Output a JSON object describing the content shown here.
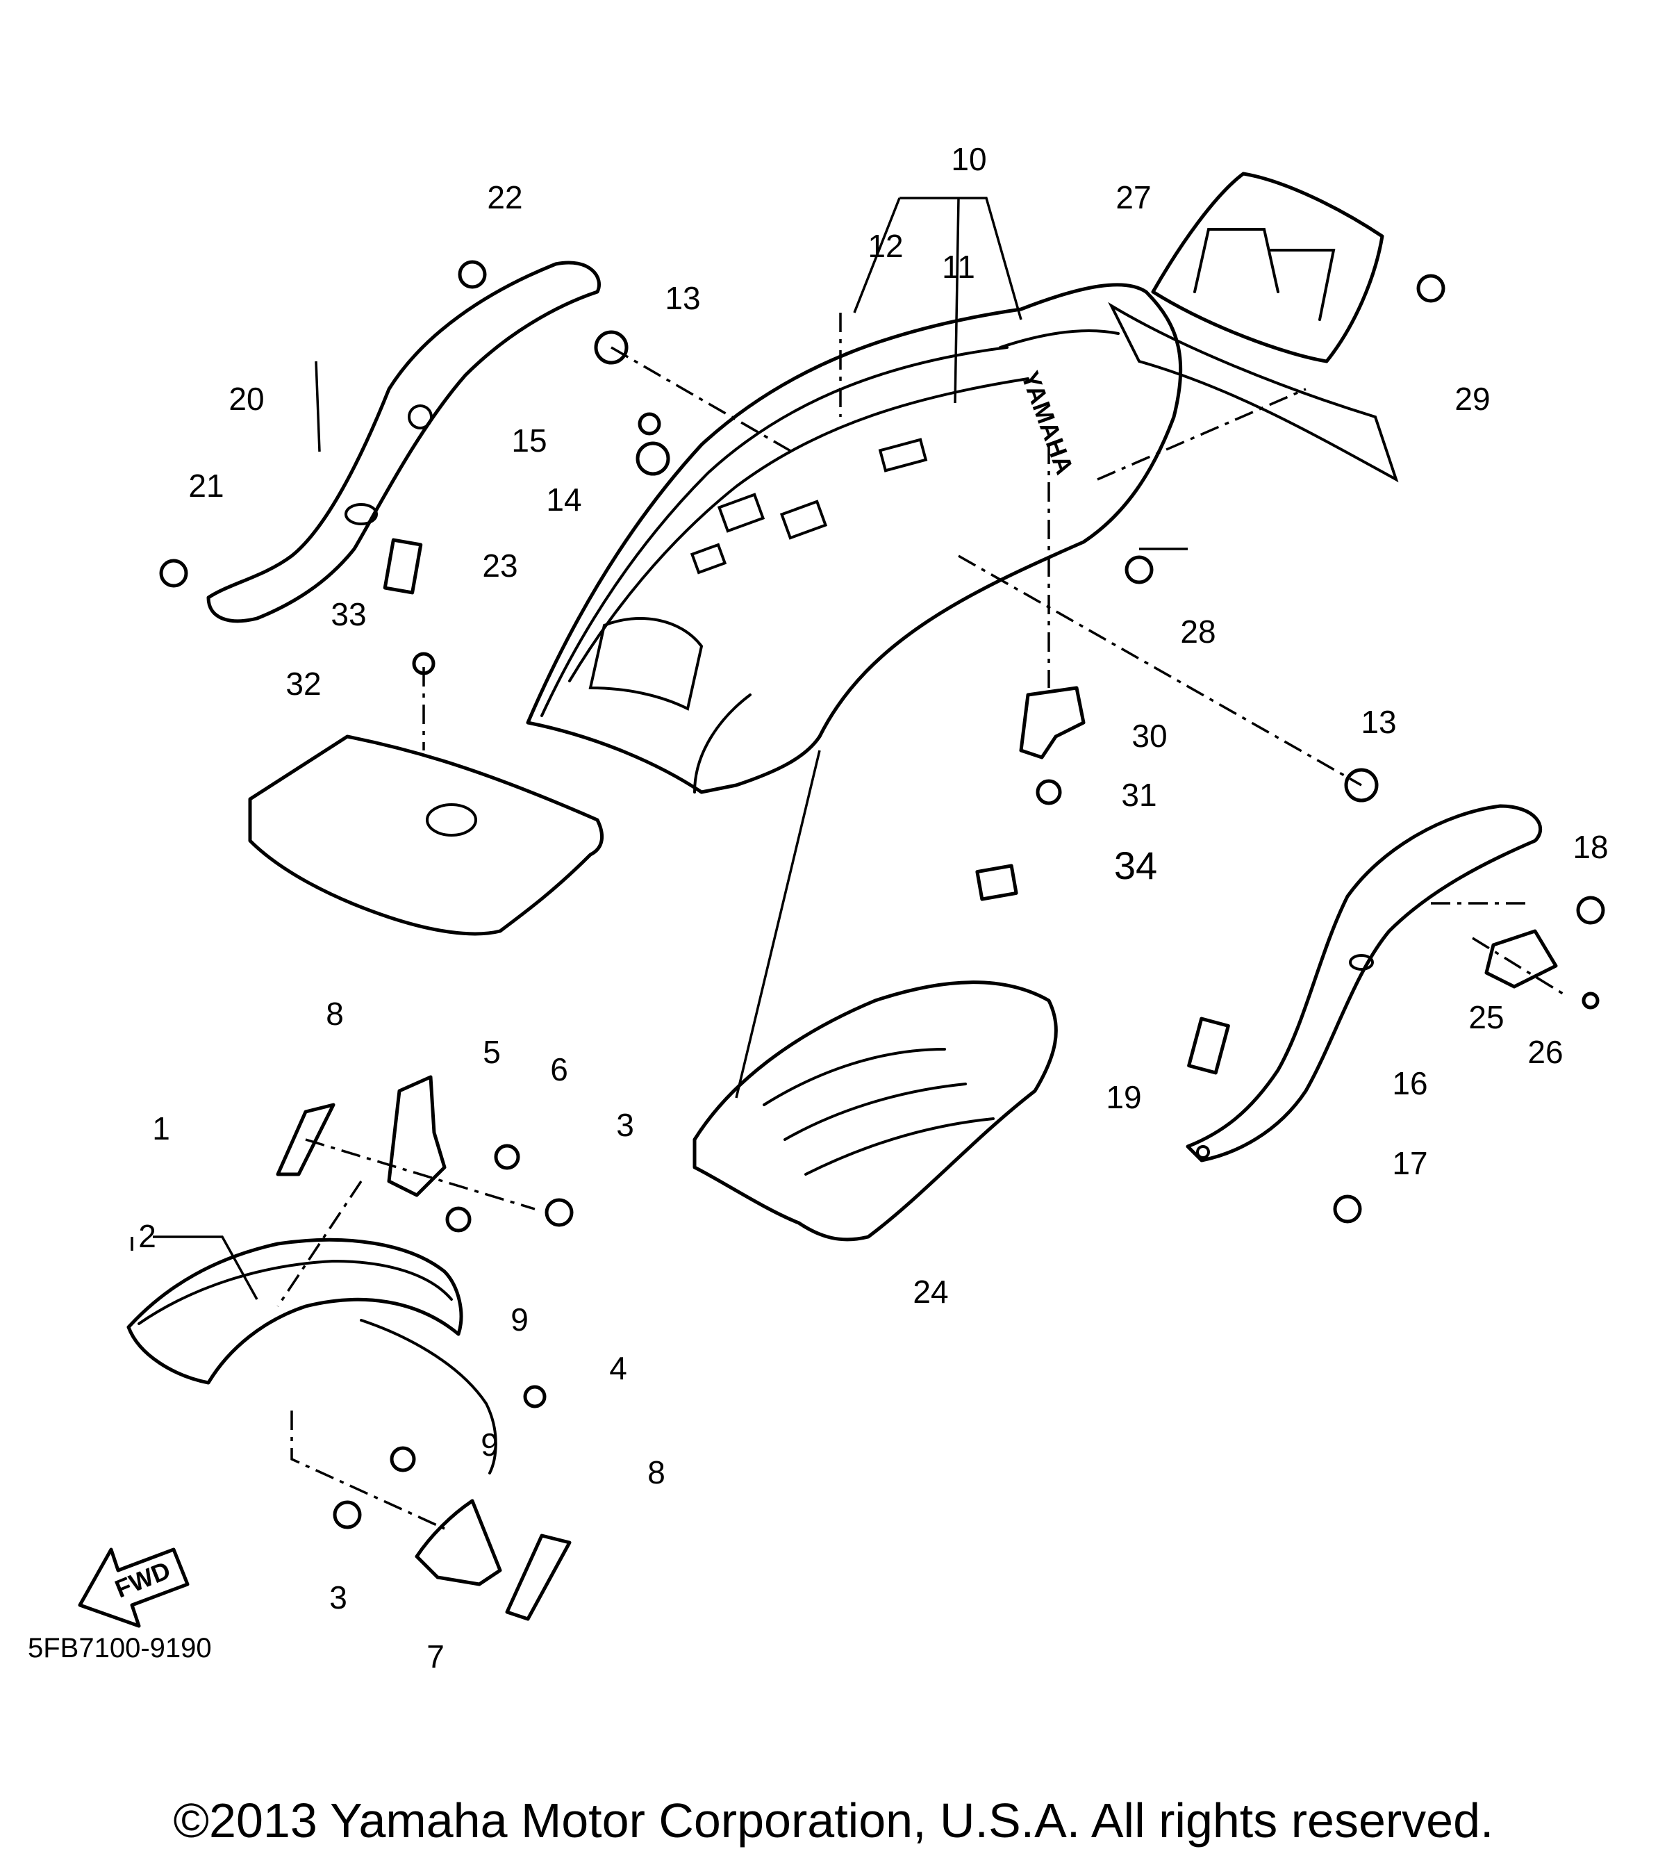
{
  "diagram": {
    "brand_mark": "YAMAHA",
    "direction_label": "FWD",
    "drawing_code": "5FB7100-9190",
    "callouts": {
      "c1": "1",
      "c2": "2",
      "c3a": "3",
      "c3b": "3",
      "c4": "4",
      "c5": "5",
      "c6": "6",
      "c7": "7",
      "c8a": "8",
      "c8b": "8",
      "c9a": "9",
      "c9b": "9",
      "c10": "10",
      "c11": "11",
      "c12": "12",
      "c13a": "13",
      "c13b": "13",
      "c14": "14",
      "c15": "15",
      "c16": "16",
      "c17": "17",
      "c18": "18",
      "c19": "19",
      "c20": "20",
      "c21": "21",
      "c22": "22",
      "c23": "23",
      "c24": "24",
      "c25": "25",
      "c26": "26",
      "c27": "27",
      "c28": "28",
      "c29": "29",
      "c30": "30",
      "c31": "31",
      "c32": "32",
      "c33": "33",
      "c34": "34"
    }
  },
  "footer": {
    "copyright": "©2013 Yamaha Motor Corporation, U.S.A. All rights reserved."
  }
}
